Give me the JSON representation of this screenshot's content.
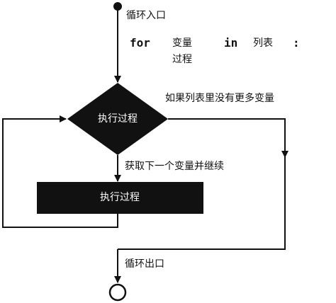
{
  "entry_label": "循环入口",
  "syntax": {
    "for_kw": "for",
    "var_word": "变量",
    "in_kw": "in",
    "list_word": "列表",
    "colon": ":",
    "body_word": "过程"
  },
  "decision_label": "执行过程",
  "exhausted_label": "如果列表里没有更多变量",
  "next_label": "获取下一个变量并继续",
  "process_label": "执行过程",
  "exit_label": "循环出口",
  "colors": {
    "ink": "#111111",
    "fill": "#111111",
    "background": "#ffffff"
  }
}
